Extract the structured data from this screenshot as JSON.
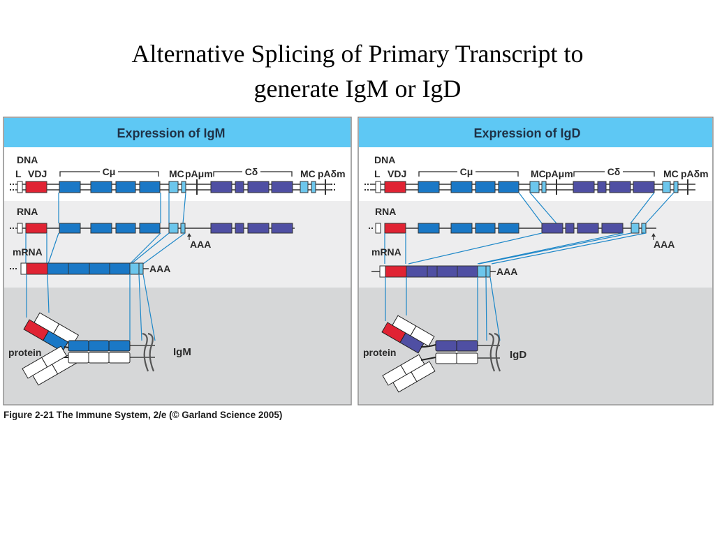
{
  "title": {
    "line1": "Alternative Splicing of Primary Transcript to",
    "line2": "generate IgM or IgD"
  },
  "colors": {
    "vdj_red": "#e02333",
    "c_mu_blue": "#1a78c6",
    "c_delta_purple": "#4f4fa3",
    "mc_light_blue": "#6cc6ec",
    "header_blue": "#5ec8f4",
    "panel_bg_top": "#ededee",
    "panel_bg_bottom": "#d6d7d8"
  },
  "panels": [
    {
      "header": "Expression of IgM",
      "dna_label": "DNA",
      "l_label": "L",
      "vdj_label": "VDJ",
      "c_mu_label": "Cμ",
      "mc_left_label": "MC",
      "pa_mu_label": "pAμm",
      "c_delta_label": "Cδ",
      "mc_right_label": "MC",
      "pa_delta_label": "pAδm",
      "rna_label": "RNA",
      "rna_aaa": "AAA",
      "mrna_label": "mRNA",
      "mrna_aaa": "AAA",
      "protein_label": "protein",
      "isotype_label": "IgM"
    },
    {
      "header": "Expression of IgD",
      "dna_label": "DNA",
      "l_label": "L",
      "vdj_label": "VDJ",
      "c_mu_label": "Cμ",
      "mc_left_label": "MC",
      "pa_mu_label": "pAμm",
      "c_delta_label": "Cδ",
      "mc_right_label": "MC",
      "pa_delta_label": "pAδm",
      "rna_label": "RNA",
      "rna_aaa": "AAA",
      "mrna_label": "mRNA",
      "mrna_aaa": "AAA",
      "protein_label": "protein",
      "isotype_label": "IgD"
    }
  ],
  "caption": "Figure 2-21  The Immune System, 2/e (© Garland Science 2005)"
}
